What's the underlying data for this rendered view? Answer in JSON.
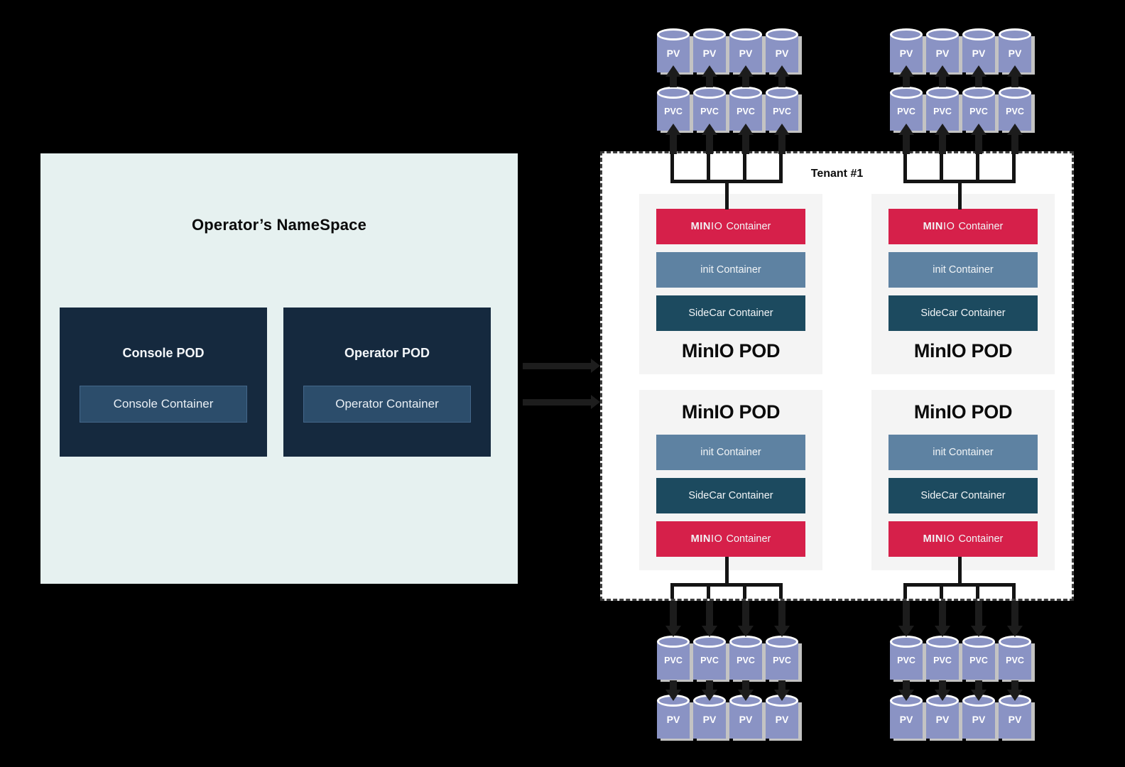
{
  "colors": {
    "background": "#000000",
    "namespace_bg": "#e6f1f0",
    "pod_navy": "#15293e",
    "container_blue": "#2c4d6b",
    "tenant_bg": "#ffffff",
    "minio_pod_bg": "#f4f4f4",
    "minio_red": "#d6204a",
    "init_blue": "#5e82a2",
    "sidecar_teal": "#1c4a5f",
    "cylinder_blue": "#8a93c4"
  },
  "namespace": {
    "title": "Operator’s NameSpace",
    "pods": [
      {
        "title": "Console POD",
        "container": "Console Container"
      },
      {
        "title": "Operator POD",
        "container": "Operator Container"
      }
    ]
  },
  "tenant": {
    "label": "Tenant #1",
    "pods": [
      {
        "title": "MinIO POD",
        "layout": "containers-top",
        "containers": [
          {
            "type": "minio",
            "brand_bold": "MIN",
            "brand_light": "IO",
            "label": "Container"
          },
          {
            "type": "init",
            "label": "init Container"
          },
          {
            "type": "sidecar",
            "label": "SideCar Container"
          }
        ]
      },
      {
        "title": "MinIO POD",
        "layout": "containers-top",
        "containers": [
          {
            "type": "minio",
            "brand_bold": "MIN",
            "brand_light": "IO",
            "label": "Container"
          },
          {
            "type": "init",
            "label": "init Container"
          },
          {
            "type": "sidecar",
            "label": "SideCar Container"
          }
        ]
      },
      {
        "title": "MinIO POD",
        "layout": "containers-bottom",
        "containers": [
          {
            "type": "init",
            "label": "init Container"
          },
          {
            "type": "sidecar",
            "label": "SideCar Container"
          },
          {
            "type": "minio",
            "brand_bold": "MIN",
            "brand_light": "IO",
            "label": "Container"
          }
        ]
      },
      {
        "title": "MinIO POD",
        "layout": "containers-bottom",
        "containers": [
          {
            "type": "init",
            "label": "init Container"
          },
          {
            "type": "sidecar",
            "label": "SideCar Container"
          },
          {
            "type": "minio",
            "brand_bold": "MIN",
            "brand_light": "IO",
            "label": "Container"
          }
        ]
      }
    ]
  },
  "storage": {
    "pv_label": "PV",
    "pvc_label": "PVC",
    "groups": [
      {
        "position": "top-left",
        "count": 4,
        "arrow_direction": "up"
      },
      {
        "position": "top-right",
        "count": 4,
        "arrow_direction": "up"
      },
      {
        "position": "bottom-left",
        "count": 4,
        "arrow_direction": "down"
      },
      {
        "position": "bottom-right",
        "count": 4,
        "arrow_direction": "down"
      }
    ]
  }
}
